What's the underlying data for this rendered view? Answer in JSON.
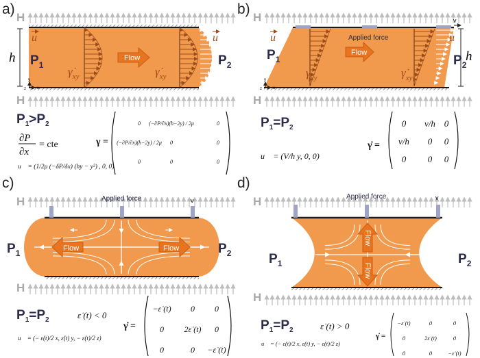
{
  "colors": {
    "fluid": "#f19a4e",
    "wall": "#1a1a1a",
    "wall_hatch": "#7a7a7a",
    "h_arrows": "#bcbcbc",
    "plate": "#9ea3c8",
    "flow_arrow": "#e8741f",
    "text_dark": "#2b2b4a"
  },
  "panels": {
    "a": {
      "letter": "a)",
      "h_top": "H",
      "h_bottom": "H",
      "u_label": "u",
      "h_label": "h",
      "p_left_base": "P",
      "p_left_sub": "1",
      "p_right_base": "P",
      "p_right_sub": "2",
      "flow": "Flow",
      "gamma_dot": "γ̇",
      "gamma_sub": "xy",
      "condition_left": "P",
      "condition_sub1": "1",
      "condition_op": ">P",
      "condition_sub2": "2",
      "grad_num": "∂P",
      "grad_den": "∂x",
      "grad_rhs": "= cte",
      "velocity": "u⃗ = (1/2μ (−δP/δx) (hy − y²) , 0, 0)",
      "gamma_lhs": "γ =",
      "matrix": [
        [
          "0",
          "(−∂P/∂x)(h−2y) / 2μ",
          "0"
        ],
        [
          "(−∂P/∂x)(h−2y) / 2μ",
          "0",
          "0"
        ],
        [
          "0",
          "0",
          "0"
        ]
      ]
    },
    "b": {
      "letter": "b)",
      "h_top": "H",
      "h_bottom": "H",
      "u_label": "u",
      "h_label": "h",
      "v_label": "v",
      "applied": "Applied force",
      "p_left_base": "P",
      "p_left_sub": "1",
      "p_right_base": "P",
      "p_right_sub": "2",
      "flow": "Flow",
      "gamma_dot": "γ̇",
      "gamma_sub": "xy",
      "condition_left": "P",
      "condition_sub1": "1",
      "condition_op": "=P",
      "condition_sub2": "2",
      "velocity": "u⃗ = (V/h y, 0, 0)",
      "gamma_lhs": "γ̇ =",
      "matrix": [
        [
          "0",
          "v/h",
          "0"
        ],
        [
          "v/h",
          "0",
          "0"
        ],
        [
          "0",
          "0",
          "0"
        ]
      ]
    },
    "c": {
      "letter": "c)",
      "h_top": "H",
      "h_bottom": "H",
      "v_label": "v",
      "applied": "Applied force",
      "p_left_base": "P",
      "p_left_sub": "1",
      "p_right_base": "P",
      "p_right_sub": "2",
      "flow_left": "Flow",
      "flow_right": "Flow",
      "condition_left": "P",
      "condition_sub1": "1",
      "condition_op": "=P",
      "condition_sub2": "2",
      "rate_condition": "ε̇ (t) < 0",
      "velocity": "u⃗ = (− ε̇(t)/2 x, ε̇(t) y, − ε̇(t)/2 z)",
      "gamma_lhs": "γ̇ =",
      "matrix": [
        [
          "−ε̇ (t)",
          "0",
          "0"
        ],
        [
          "0",
          "2ε̇ (t)",
          "0"
        ],
        [
          "0",
          "0",
          "−ε̇ (t)"
        ]
      ]
    },
    "d": {
      "letter": "d)",
      "h_top": "H",
      "h_bottom": "H",
      "v_label": "v",
      "applied": "Applied force",
      "p_left_base": "P",
      "p_left_sub": "1",
      "p_right_base": "P",
      "p_right_sub": "2",
      "flow_up": "Flow",
      "flow_down": "Flow",
      "condition_left": "P",
      "condition_sub1": "1",
      "condition_op": "=P",
      "condition_sub2": "2",
      "rate_condition": "ε̇ (t) > 0",
      "velocity": "u⃗ = (− ε̇(t)/2 x, ε̇(t) y, − ε̇(t)/2 z)",
      "gamma_lhs": "γ̇ =",
      "matrix": [
        [
          "−ε̇ (t)",
          "0",
          "0"
        ],
        [
          "0",
          "2ε̇ (t)",
          "0"
        ],
        [
          "0",
          "0",
          "−ε̇ (t)"
        ]
      ]
    }
  }
}
